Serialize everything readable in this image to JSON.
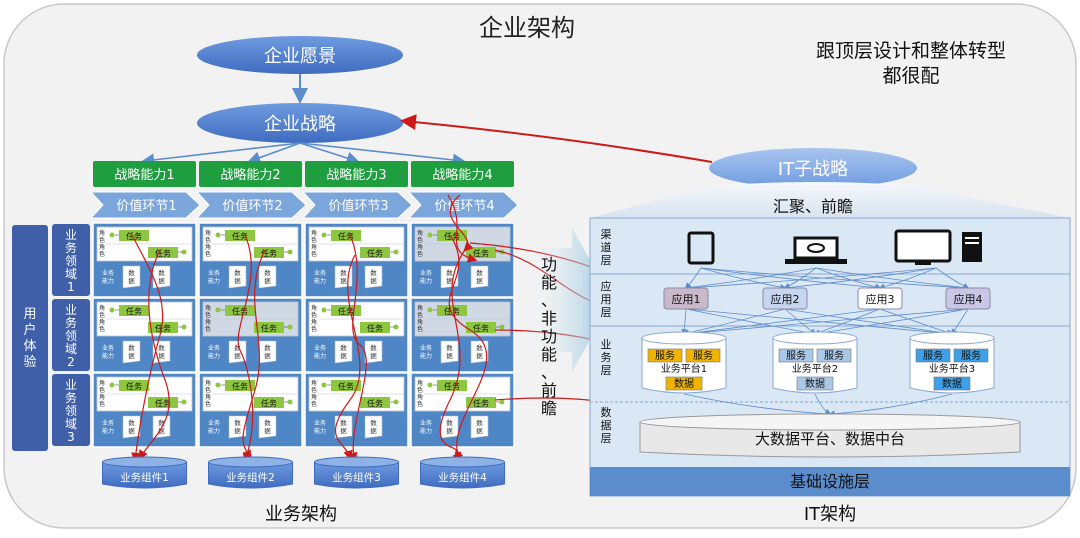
{
  "title": "企业架构",
  "note_line1": "跟顶层设计和整体转型",
  "note_line2": "都很配",
  "vision": "企业愿景",
  "strategy": "企业战略",
  "capabilities": [
    "战略能力1",
    "战略能力2",
    "战略能力3",
    "战略能力4"
  ],
  "value_links": [
    "价值环节1",
    "价值环节2",
    "价值环节3",
    "价值环节4"
  ],
  "user_experience": [
    "用",
    "户",
    "体",
    "验"
  ],
  "domains": [
    {
      "chars": [
        "业",
        "务",
        "领",
        "域",
        "1"
      ]
    },
    {
      "chars": [
        "业",
        "务",
        "领",
        "域",
        "2"
      ]
    },
    {
      "chars": [
        "业",
        "务",
        "领",
        "域",
        "3"
      ]
    }
  ],
  "cell": {
    "task": "任务",
    "role": [
      "角",
      "色",
      "角",
      "色"
    ],
    "role_b": [
      "角",
      "色",
      "角",
      "色"
    ],
    "biz_capability": [
      "业务",
      "能力"
    ],
    "data": [
      "数",
      "据"
    ]
  },
  "components": [
    "业务组件1",
    "业务组件2",
    "业务组件3",
    "业务组件4"
  ],
  "business_arch_label": "业务架构",
  "middle_label": [
    "功",
    "能",
    "、",
    "非",
    "功",
    "能",
    "、",
    "前",
    "瞻"
  ],
  "it_strategy": "IT子战略",
  "converge_label": "汇聚、前瞻",
  "layers": {
    "channel": [
      "渠",
      "道",
      "层"
    ],
    "application": [
      "应",
      "用",
      "层"
    ],
    "business": [
      "业",
      "务",
      "层"
    ],
    "data": [
      "数",
      "据",
      "层"
    ]
  },
  "apps": [
    "应用1",
    "应用2",
    "应用3",
    "应用4"
  ],
  "platforms": [
    {
      "service": "服务",
      "name": "业务平台1",
      "data": "数据"
    },
    {
      "service": "服务",
      "name": "业务平台2",
      "data": "数据"
    },
    {
      "service": "服务",
      "name": "业务平台3",
      "data": "数据"
    }
  ],
  "bigdata": "大数据平台、数据中台",
  "infra": "基础设施层",
  "it_arch_label": "IT架构",
  "colors": {
    "frame_bg": "#f2f2f2",
    "ellipse_blue": "#4472c4",
    "cap_green": "#1e9e3e",
    "chevron_blue": "#7aa6dc",
    "domain_blue": "#3f5fa8",
    "cell_blue": "#4f86c6",
    "task_green": "#8dc63f",
    "arrow_red": "#cc1a1a",
    "it_light": "#dae8f6",
    "infra_blue": "#5b8ccc"
  }
}
